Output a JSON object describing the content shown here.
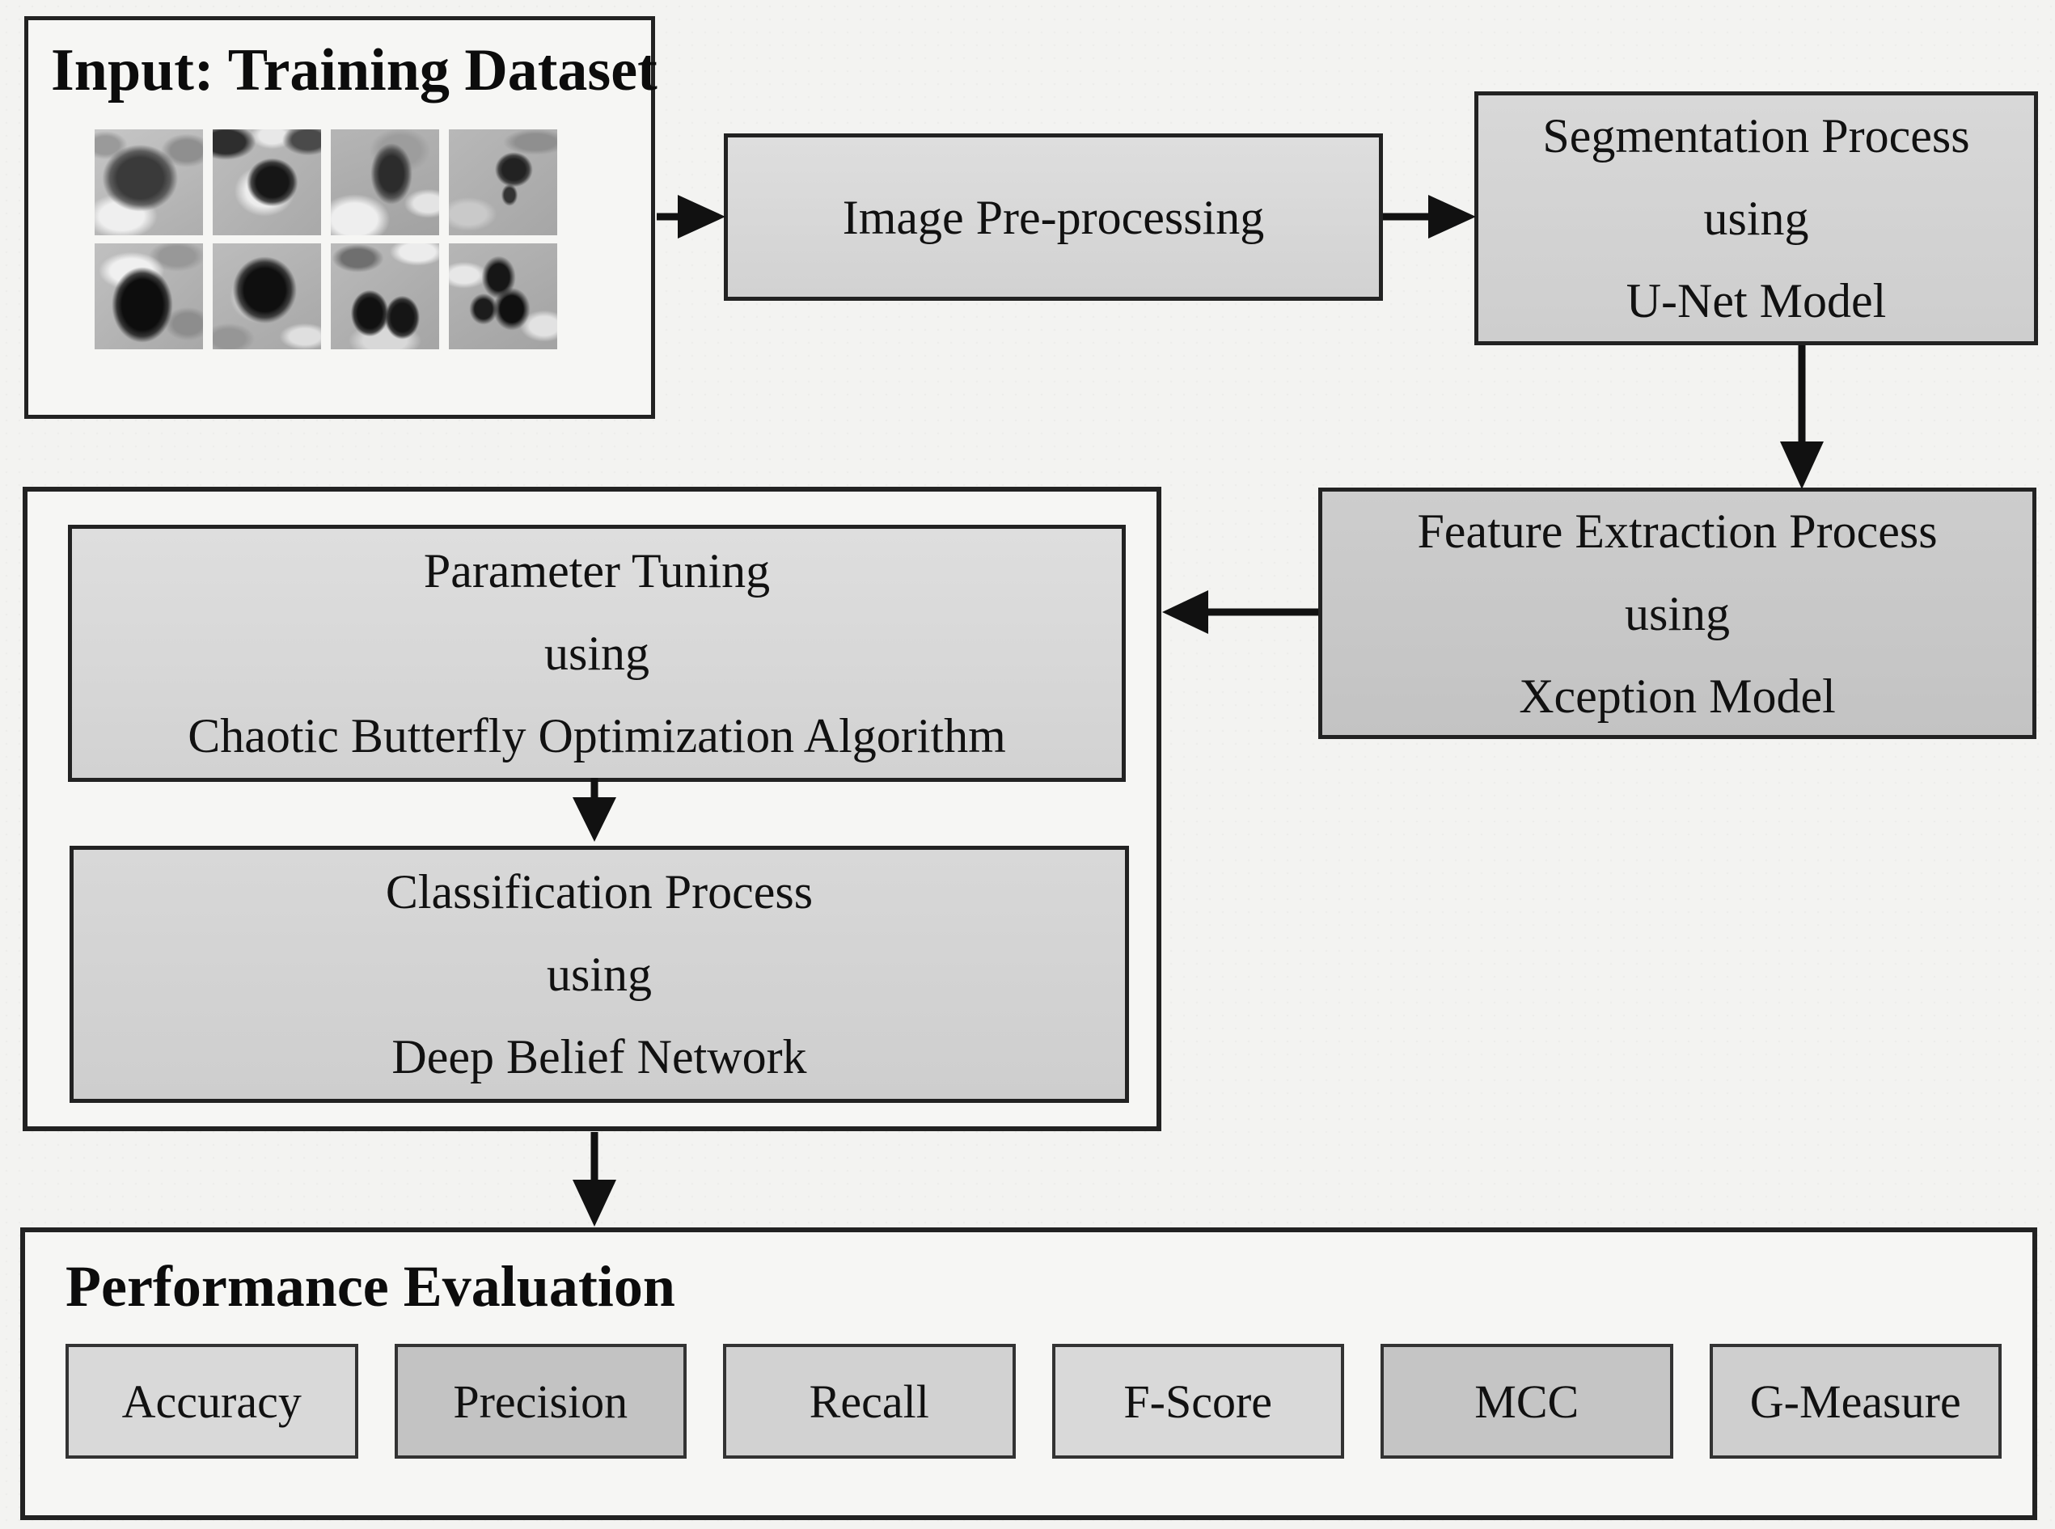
{
  "input_box": {
    "title": "Input: Training Dataset",
    "tiles": [
      {
        "name": "cell-image-1"
      },
      {
        "name": "cell-image-2"
      },
      {
        "name": "cell-image-3"
      },
      {
        "name": "cell-image-4"
      },
      {
        "name": "cell-image-5"
      },
      {
        "name": "cell-image-6"
      },
      {
        "name": "cell-image-7"
      },
      {
        "name": "cell-image-8"
      }
    ]
  },
  "boxes": {
    "preprocessing": {
      "lines": [
        "Image Pre-processing"
      ]
    },
    "segmentation": {
      "lines": [
        "Segmentation Process",
        "using",
        "U-Net Model"
      ]
    },
    "feature_extraction": {
      "lines": [
        "Feature Extraction Process",
        "using",
        "Xception Model"
      ]
    },
    "parameter_tuning": {
      "lines": [
        "Parameter Tuning",
        "using",
        "Chaotic Butterfly Optimization Algorithm"
      ]
    },
    "classification": {
      "lines": [
        "Classification Process",
        "using",
        "Deep Belief Network"
      ]
    }
  },
  "performance": {
    "title": "Performance Evaluation",
    "metrics": [
      {
        "label": "Accuracy",
        "fill": "#d9d9d9"
      },
      {
        "label": "Precision",
        "fill": "#c3c3c3"
      },
      {
        "label": "Recall",
        "fill": "#d2d2d2"
      },
      {
        "label": "F-Score",
        "fill": "#d9d9d9"
      },
      {
        "label": "MCC",
        "fill": "#c5c5c5"
      },
      {
        "label": "G-Measure",
        "fill": "#cfcfcf"
      }
    ]
  },
  "colors": {
    "border": "#222222",
    "arrow": "#111111",
    "box_fill_light": "#d8d8d8",
    "box_fill_dark": "#c9c9c9",
    "page_bg": "#f3f3f1"
  }
}
